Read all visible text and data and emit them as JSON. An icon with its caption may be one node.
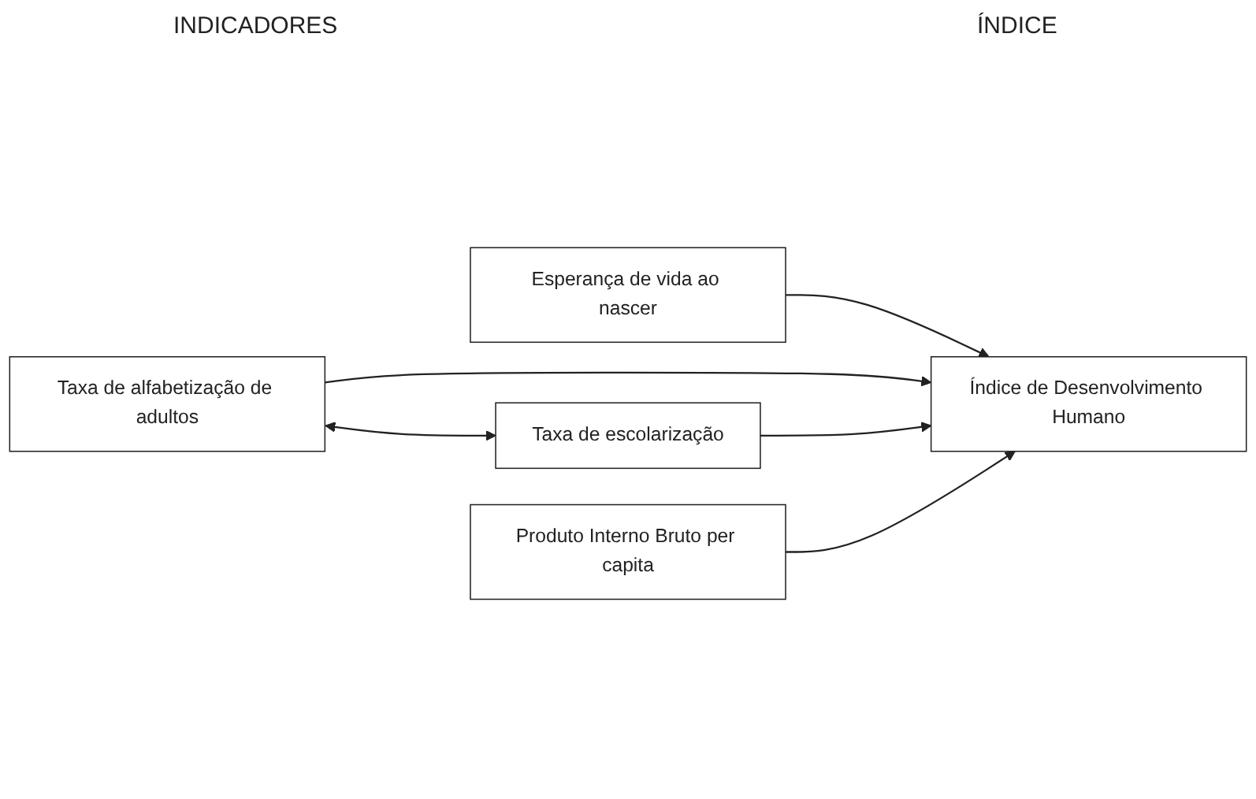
{
  "diagram": {
    "nodes": [
      {
        "text": [
          "Esperança de vida ao nascer"
        ]
      },
      {
        "text": [
          "Taxa de alfabetização de adultos"
        ]
      },
      {
        "text": [
          "Taxa de escolarização"
        ]
      },
      {
        "text": [
          "Produto Interno Bruto per capita"
        ]
      },
      {
        "text": [
          "Índice de Desenvolvimento Humano"
        ]
      }
    ],
    "edges": [
      {
        "from": 0,
        "to": 4,
        "arrow": "to"
      },
      {
        "from": 1,
        "to": 2,
        "arrow": "both"
      },
      {
        "from": 1,
        "to": 4,
        "arrow": "to"
      },
      {
        "from": 2,
        "to": 4,
        "arrow": "to"
      },
      {
        "from": 3,
        "to": 4,
        "arrow": "to"
      }
    ],
    "labels": [
      "INDICADORES",
      "ÍNDICE"
    ]
  }
}
